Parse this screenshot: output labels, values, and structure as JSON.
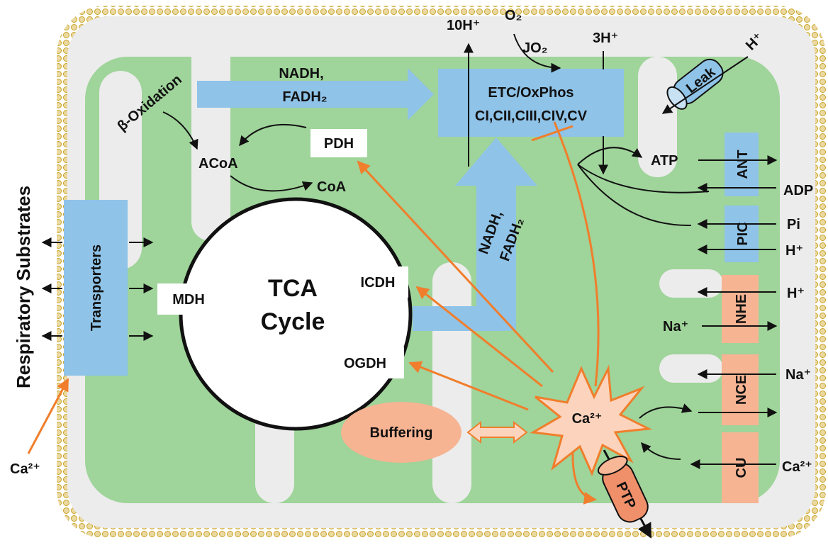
{
  "colors": {
    "membrane_fill": "#ececec",
    "membrane_beads": "#c9a227",
    "cristae": "#9fd49a",
    "blue_box": "#8fc3e8",
    "salmon_box": "#f6b493",
    "ptp_fill": "#f0906a",
    "orange_arrow": "#f07e2c",
    "ca_star": "#fcd4bd",
    "white_box": "#ffffff"
  },
  "side_title": "Respiratory Substrates",
  "transporters": "Transporters",
  "ca_outside_left": "Ca²⁺",
  "beta_oxidation": "β-Oxidation",
  "nadh_top_1": "NADH,",
  "nadh_top_2": "FADH₂",
  "etc_line1": "ETC/OxPhos",
  "etc_line2": "CI,CII,CIII,CIV,CV",
  "protons_10": "10H⁺",
  "o2": "O₂",
  "jo2": "JO₂",
  "protons_3": "3H⁺",
  "leak": "Leak",
  "h_leak": "H⁺",
  "pdh": "PDH",
  "acoa": "ACoA",
  "coa": "CoA",
  "tca_1": "TCA",
  "tca_2": "Cycle",
  "mdh": "MDH",
  "icdh": "ICDH",
  "ogdh": "OGDH",
  "nadh_diag_1": "NADH,",
  "nadh_diag_2": "FADH₂",
  "atp": "ATP",
  "adp": "ADP",
  "ant": "ANT",
  "pic": "PIC",
  "pi": "Pi",
  "h_pic": "H⁺",
  "nhe": "NHE",
  "h_nhe": "H⁺",
  "na_nhe": "Na⁺",
  "nce": "NCE",
  "na_nce": "Na⁺",
  "cu": "CU",
  "ca_cu": "Ca²⁺",
  "ca_center": "Ca²⁺",
  "buffering": "Buffering",
  "ptp": "PTP"
}
